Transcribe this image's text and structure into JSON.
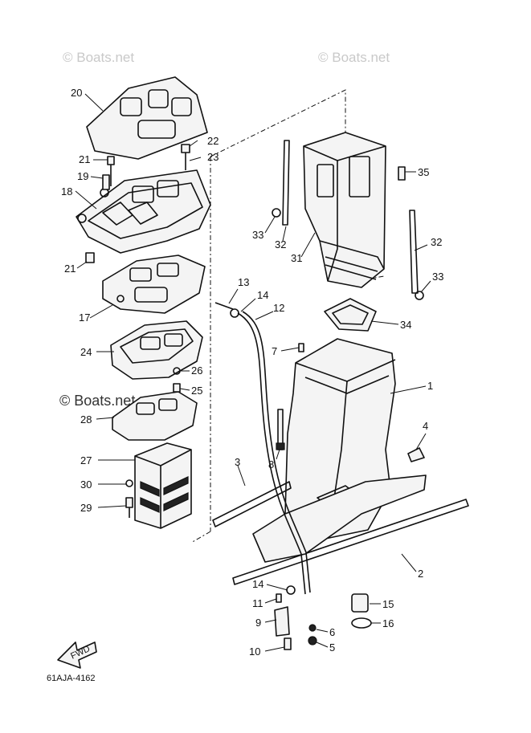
{
  "watermarks": [
    "© Boats.net",
    "© Boats.net",
    "© Boats.net"
  ],
  "diagram_code": "61AJA-4162",
  "fwd_label": "FWD",
  "callouts": [
    "20",
    "22",
    "21",
    "23",
    "19",
    "18",
    "21",
    "17",
    "13",
    "14",
    "12",
    "24",
    "26",
    "25",
    "28",
    "27",
    "30",
    "29",
    "35",
    "33",
    "32",
    "31",
    "32",
    "33",
    "34",
    "7",
    "1",
    "4",
    "3",
    "8",
    "2",
    "14",
    "11",
    "9",
    "10",
    "15",
    "6",
    "16",
    "5"
  ]
}
